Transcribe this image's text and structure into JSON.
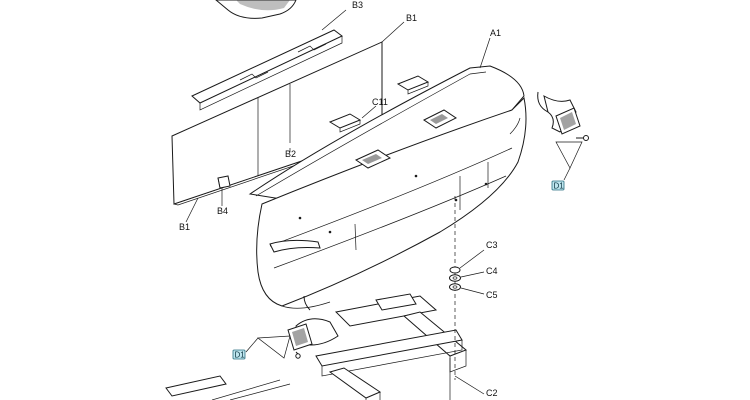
{
  "callouts": {
    "b3": "B3",
    "b1_top": "B1",
    "a1": "A1",
    "c11": "C11",
    "b2": "B2",
    "b4": "B4",
    "b1_bottom": "B1",
    "c3": "C3",
    "c4": "C4",
    "c5": "C5",
    "c2": "C2"
  },
  "badges": {
    "d1_right": "D1",
    "d1_left": "D1"
  },
  "colors": {
    "line": "#1a1a1a",
    "badge_fill": "#bfe6ef",
    "badge_stroke": "#2a6f80",
    "shading": "#555555"
  }
}
